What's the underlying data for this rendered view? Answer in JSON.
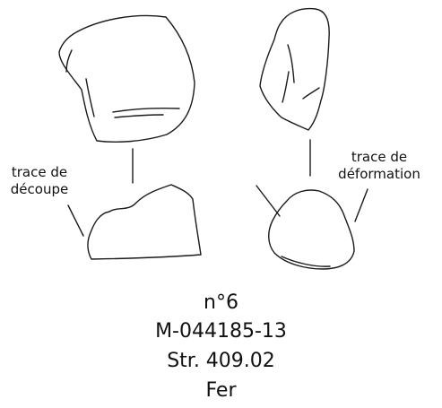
{
  "annotations": {
    "left_label_line1": "trace de",
    "left_label_line2": "découpe",
    "right_label_line1": "trace de",
    "right_label_line2": "déformation"
  },
  "caption": {
    "number": "n°6",
    "reference": "M-044185-13",
    "structure": "Str. 409.02",
    "material": "Fer"
  }
}
